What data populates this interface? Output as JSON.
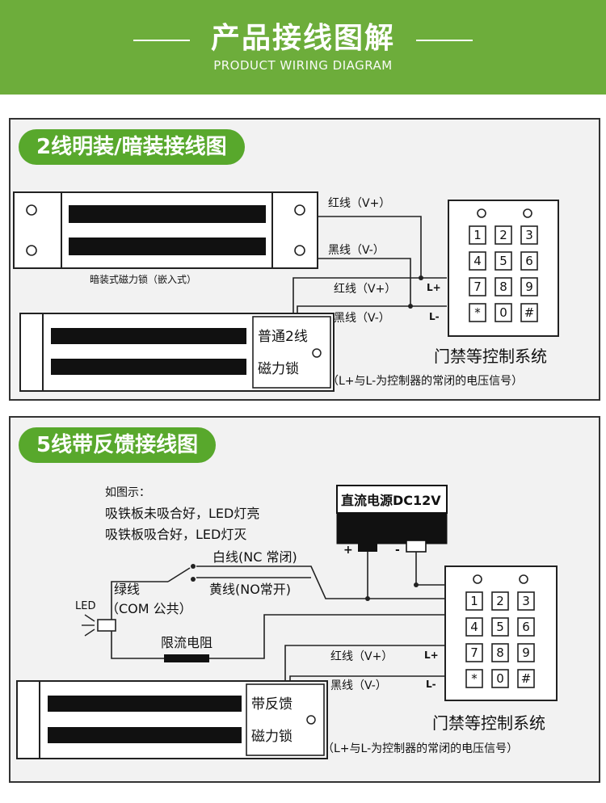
{
  "header": {
    "title": "产品接线图解",
    "subtitle": "PRODUCT WIRING DIAGRAM"
  },
  "section1": {
    "title": "2线明装/暗装接线图",
    "embedded_lock_label": "暗装式磁力锁（嵌入式）",
    "red_wire_top": "红线（V+）",
    "black_wire_top": "黑线（V-）",
    "red_wire_bottom": "红线（V+）",
    "black_wire_bottom": "黑线（V-）",
    "l_plus": "L+",
    "l_minus": "L-",
    "lock2_line1": "普通2线",
    "lock2_line2": "磁力锁",
    "system_label": "门禁等控制系统",
    "system_note": "（L+与L-为控制器的常闭的电压信号）"
  },
  "section2": {
    "title": "5线带反馈接线图",
    "note_line1": "如图示：",
    "note_line2": "吸铁板未吸合好，LED灯亮",
    "note_line3": "吸铁板吸合好，LED灯灭",
    "psu_label": "直流电源DC12V",
    "psu_plus": "+",
    "psu_minus": "-",
    "white_wire": "白线(NC 常闭)",
    "yellow_wire": "黄线(NO常开)",
    "green_wire": "绿线",
    "com_label": "（COM 公共）",
    "led_label": "LED",
    "resistor_label": "限流电阻",
    "red_wire": "红线（V+）",
    "black_wire": "黑线（V-）",
    "l_plus": "L+",
    "l_minus": "L-",
    "lock_line1": "带反馈",
    "lock_line2": "磁力锁",
    "system_label": "门禁等控制系统",
    "system_note": "（L+与L-为控制器的常闭的电压信号）"
  },
  "keypad": [
    "1",
    "2",
    "3",
    "4",
    "5",
    "6",
    "7",
    "8",
    "9",
    "*",
    "0",
    "#"
  ],
  "colors": {
    "header_green": "#6dad3b",
    "pill_green": "#58a82c",
    "panel_bg": "#f2f2f2"
  }
}
